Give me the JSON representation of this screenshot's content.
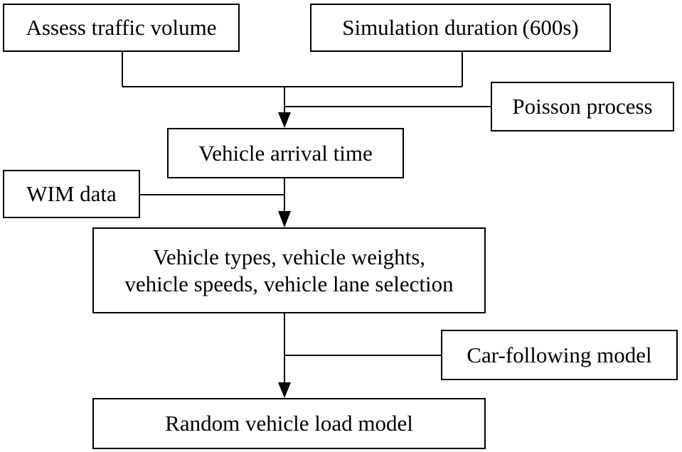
{
  "boxes": {
    "assess_traffic": "Assess traffic volume",
    "simulation_duration": "Simulation duration (600s)",
    "poisson_process": "Poisson process",
    "vehicle_arrival_time": "Vehicle arrival time",
    "wim_data": "WIM data",
    "vehicle_attributes": [
      "Vehicle types, vehicle weights,",
      "vehicle speeds, vehicle lane selection"
    ],
    "car_following_model": "Car-following model",
    "random_load_model": "Random vehicle load model"
  }
}
